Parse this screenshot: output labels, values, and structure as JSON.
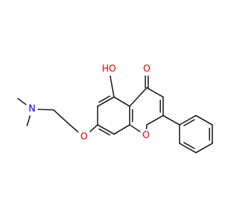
{
  "molecule": {
    "colors": {
      "bond": "#1a1a1a",
      "oxygen": "#e60000",
      "nitrogen": "#0000e6"
    },
    "atoms": {
      "o_carbonyl": {
        "label": "O",
        "element": "oxygen"
      },
      "o_hydroxyl": {
        "label": "HO",
        "element": "oxygen"
      },
      "o_ring": {
        "label": "O",
        "element": "oxygen"
      },
      "o_ether": {
        "label": "O",
        "element": "oxygen"
      },
      "n_amine": {
        "label": "N",
        "element": "nitrogen"
      }
    }
  }
}
